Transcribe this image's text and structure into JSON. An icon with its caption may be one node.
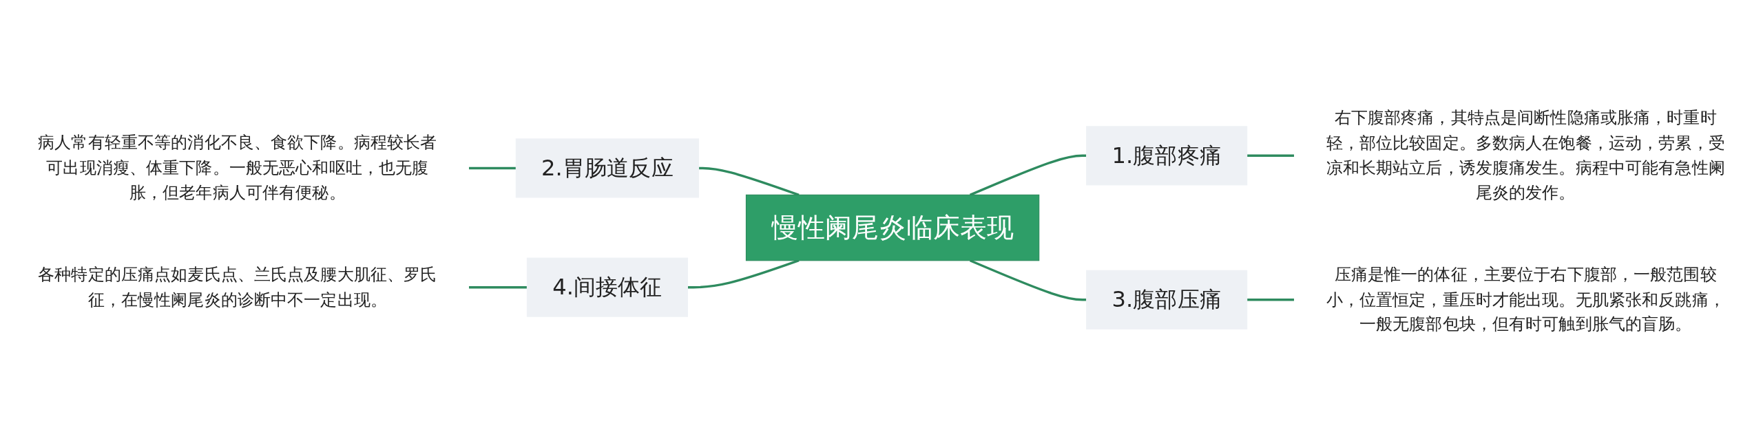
{
  "diagram": {
    "nodes": [
      {
        "text": [
          "慢性阑尾炎临床表现"
        ]
      },
      {
        "text": [
          "1.腹部疼痛"
        ]
      },
      {
        "text": [
          "右下腹部疼痛，其特点是间断性隐痛或胀痛，时重时轻，部位比较固定。多数病人在饱餐，运动，劳累，受凉和长期站立后，诱发腹痛发生。病程中可能有急性阑尾炎的发作。"
        ]
      },
      {
        "text": [
          "3.腹部压痛"
        ]
      },
      {
        "text": [
          "压痛是惟一的体征，主要位于右下腹部，一般范围较小，位置恒定，重压时才能出现。无肌紧张和反跳痛，一般无腹部包块，但有时可触到胀气的盲肠。"
        ]
      },
      {
        "text": [
          "2.胃肠道反应"
        ]
      },
      {
        "text": [
          "病人常有轻重不等的消化不良、食欲下降。病程较长者可出现消瘦、体重下降。一般无恶心和呕吐，也无腹胀，但老年病人可伴有便秘。"
        ]
      },
      {
        "text": [
          "4.间接体征"
        ]
      },
      {
        "text": [
          "各种特定的压痛点如麦氏点、兰氏点及腰大肌征、罗氏征，在慢性阑尾炎的诊断中不一定出现。"
        ]
      }
    ],
    "edges": [
      {
        "from": 0,
        "to": 1,
        "arrow": "none"
      },
      {
        "from": 1,
        "to": 2,
        "arrow": "none"
      },
      {
        "from": 0,
        "to": 3,
        "arrow": "none"
      },
      {
        "from": 3,
        "to": 4,
        "arrow": "none"
      },
      {
        "from": 6,
        "to": 5,
        "arrow": "none"
      },
      {
        "from": 5,
        "to": 0,
        "arrow": "none"
      },
      {
        "from": 8,
        "to": 7,
        "arrow": "none"
      },
      {
        "from": 7,
        "to": 0,
        "arrow": "none"
      }
    ]
  }
}
